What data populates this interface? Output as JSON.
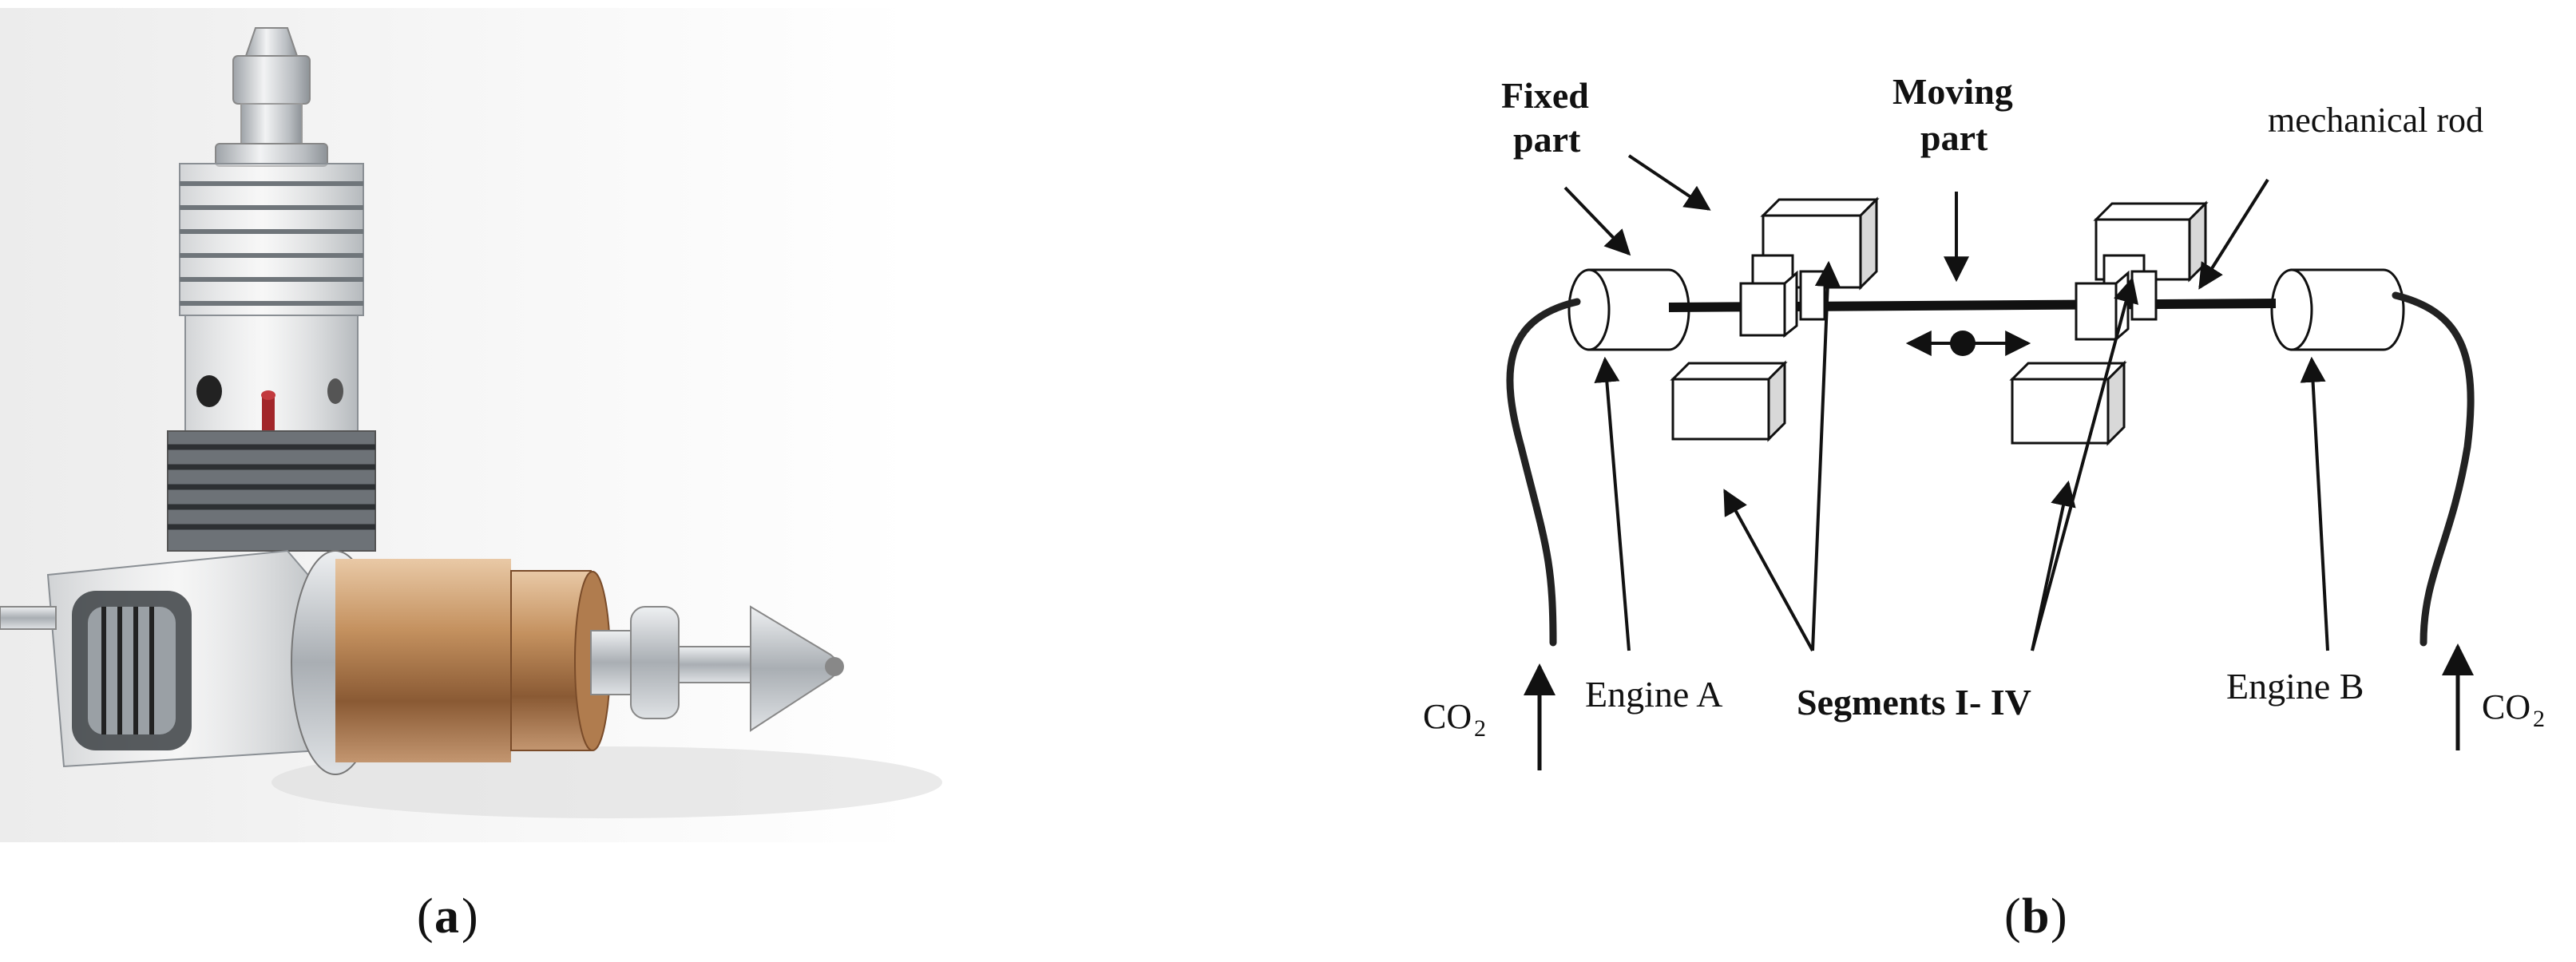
{
  "panels": [
    {
      "id": "a",
      "caption_open": "(",
      "caption_letter": "a",
      "caption_close": ")"
    },
    {
      "id": "b",
      "caption_open": "(",
      "caption_letter": "b",
      "caption_close": ")"
    }
  ],
  "diagram": {
    "labels": {
      "fixed_line1": "Fixed",
      "fixed_line2": "part",
      "moving_line1": "Moving",
      "moving_line2": "part",
      "mechanical_rod": "mechanical rod",
      "engine_a": "Engine A",
      "engine_b": "Engine B",
      "segments": "Segments I- IV",
      "co2_left_main": "CO",
      "co2_left_sub": "2",
      "co2_right_main": "CO",
      "co2_right_sub": "2"
    }
  },
  "colors": {
    "ink": "#111111",
    "box_fill": "#ffffff",
    "box_side": "#d8d8d8",
    "copper": "#b88655",
    "steel": "#c9ccd0"
  }
}
